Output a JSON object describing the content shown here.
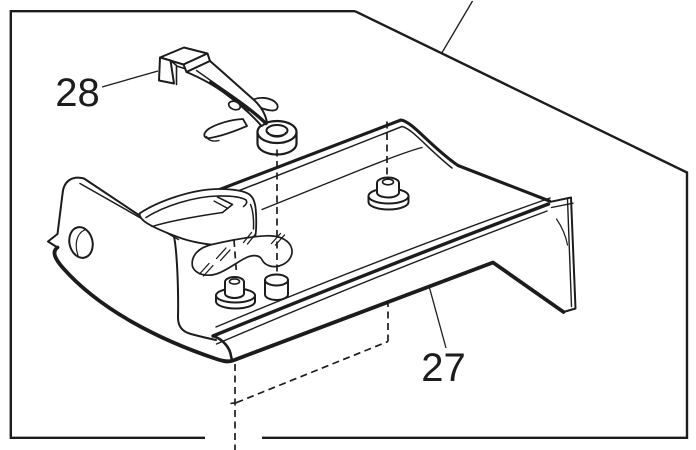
{
  "figure": {
    "type": "exploded-parts-diagram",
    "background_color": "#ffffff",
    "line_color": "#1c1c1c",
    "callouts": [
      {
        "label": "28"
      },
      {
        "label": "27"
      }
    ]
  }
}
